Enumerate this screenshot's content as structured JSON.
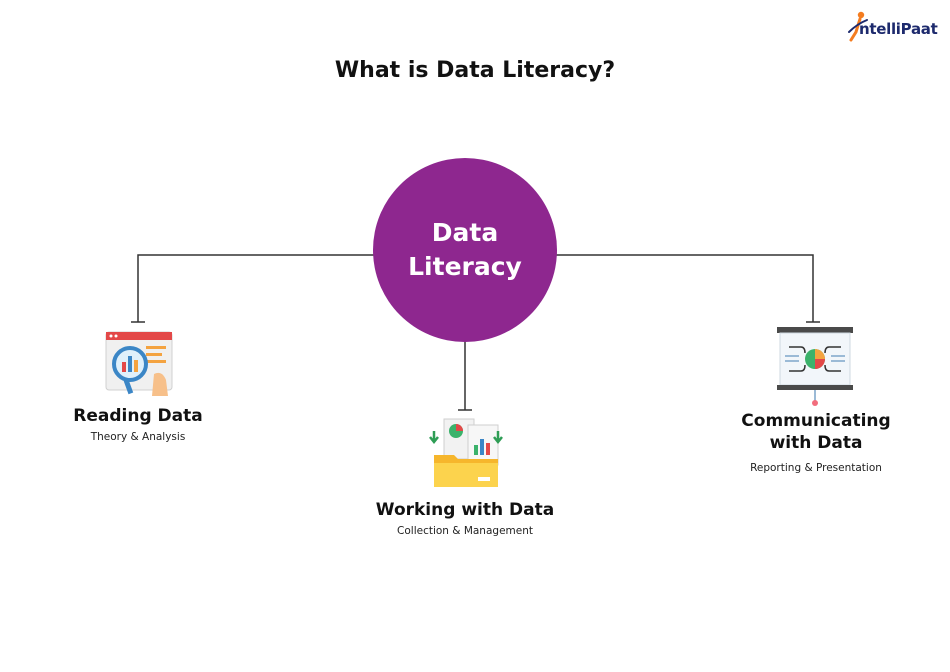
{
  "title": "What is Data Literacy?",
  "logo": {
    "text": "ntelliPaat"
  },
  "center": {
    "label": "Data Literacy",
    "color": "#8e278f"
  },
  "nodes": {
    "reading": {
      "title": "Reading Data",
      "subtitle": "Theory & Analysis",
      "icon": "magnifier-chart-icon"
    },
    "working": {
      "title": "Working with Data",
      "subtitle": "Collection & Management",
      "icon": "folder-documents-icon"
    },
    "communicating": {
      "title": "Communicating with Data",
      "subtitle": "Reporting & Presentation",
      "icon": "presentation-board-icon"
    }
  },
  "colors": {
    "line": "#333333",
    "logo_orange": "#f47c20",
    "logo_navy": "#1d2a6d"
  }
}
